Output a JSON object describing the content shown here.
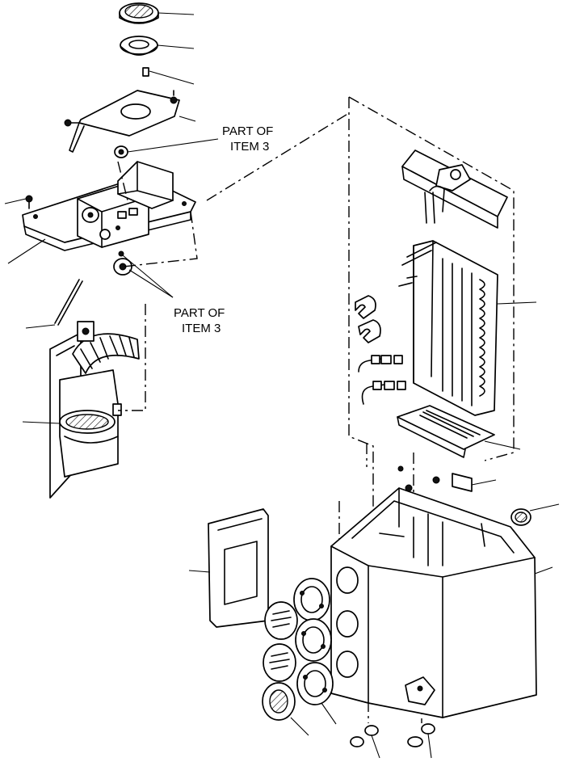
{
  "callouts": {
    "upper": {
      "line1": "PART OF",
      "line2": "ITEM 3"
    },
    "lower": {
      "line1": "PART OF",
      "line2": "ITEM 3"
    }
  }
}
